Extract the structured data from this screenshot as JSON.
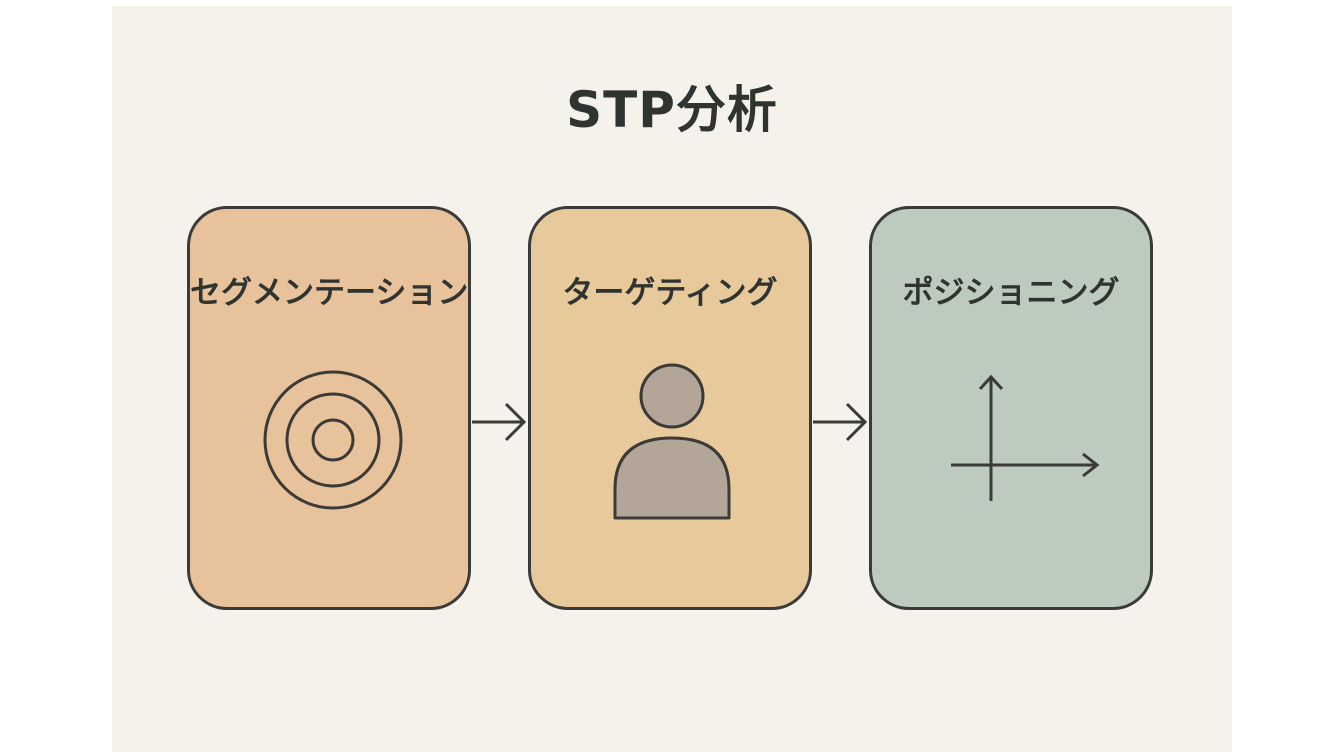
{
  "title": "STP分析",
  "steps": [
    {
      "label": "セグメンテーション",
      "icon": "target-icon",
      "color": "#e8c29a"
    },
    {
      "label": "ターゲティング",
      "icon": "person-icon",
      "color": "#e8c99b"
    },
    {
      "label": "ポジショニング",
      "icon": "axes-icon",
      "color": "#bccbbd"
    }
  ],
  "colors": {
    "background": "#f5f2ec",
    "outline": "#3a3a38",
    "person_fill": "#b3a597"
  }
}
